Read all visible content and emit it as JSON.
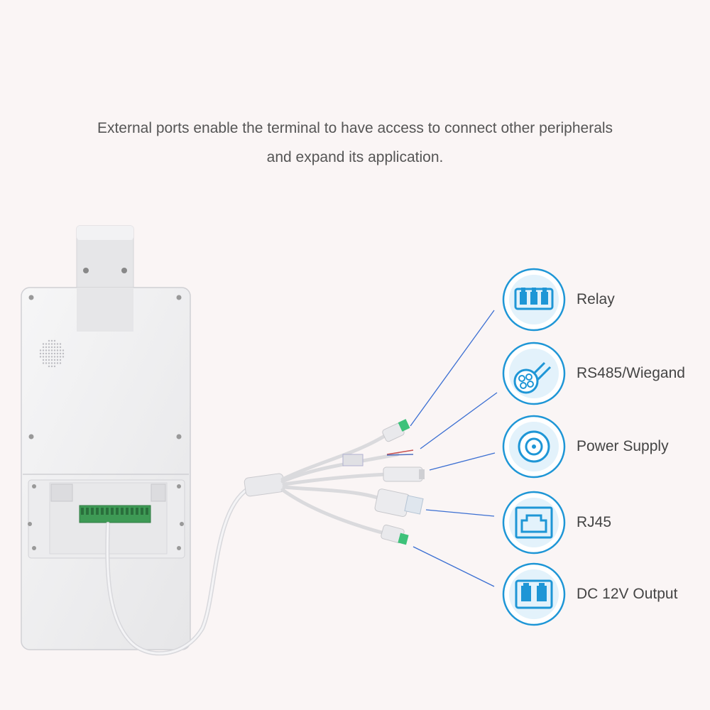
{
  "caption": {
    "line1": "External ports enable the terminal to have access to connect other peripherals",
    "line2": "and expand its application."
  },
  "colors": {
    "accent": "#1e96d6",
    "background": "#faf5f5",
    "terminal_green": "#3e9a55",
    "device_body": "#eeeeef"
  },
  "ports": [
    {
      "label": "Relay",
      "icon": "relay-icon"
    },
    {
      "label": "RS485/Wiegand",
      "icon": "wire-bundle-icon"
    },
    {
      "label": "Power Supply",
      "icon": "power-jack-icon"
    },
    {
      "label": "RJ45",
      "icon": "rj45-icon"
    },
    {
      "label": "DC 12V Output",
      "icon": "dc-output-icon"
    }
  ]
}
